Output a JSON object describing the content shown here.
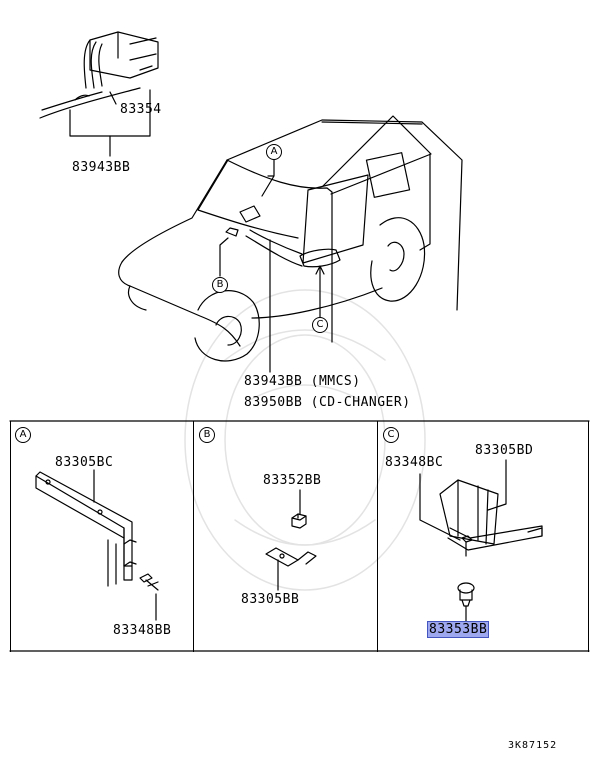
{
  "overview": {
    "labels": {
      "connector_part": "83354",
      "harness_part": "83943BB",
      "harness_mmcs": "83943BB (MMCS)",
      "harness_cd_changer": "83950BB (CD-CHANGER)"
    },
    "callouts": {
      "a": "A",
      "b": "B",
      "c": "C"
    }
  },
  "panels": {
    "a": {
      "letter": "A",
      "bracket_part": "83305BC",
      "screw_part": "83348BB"
    },
    "b": {
      "letter": "B",
      "nut_part": "83352BB",
      "bracket_part": "83305BB"
    },
    "c": {
      "letter": "C",
      "screw_part": "83348BC",
      "bracket_part": "83305BD",
      "clip_part": "83353BB"
    }
  },
  "footer": {
    "diagram_code": "3K87152"
  },
  "colors": {
    "highlight_fill": "#9ea8ee",
    "highlight_border": "#4455c0",
    "line": "#000000"
  }
}
